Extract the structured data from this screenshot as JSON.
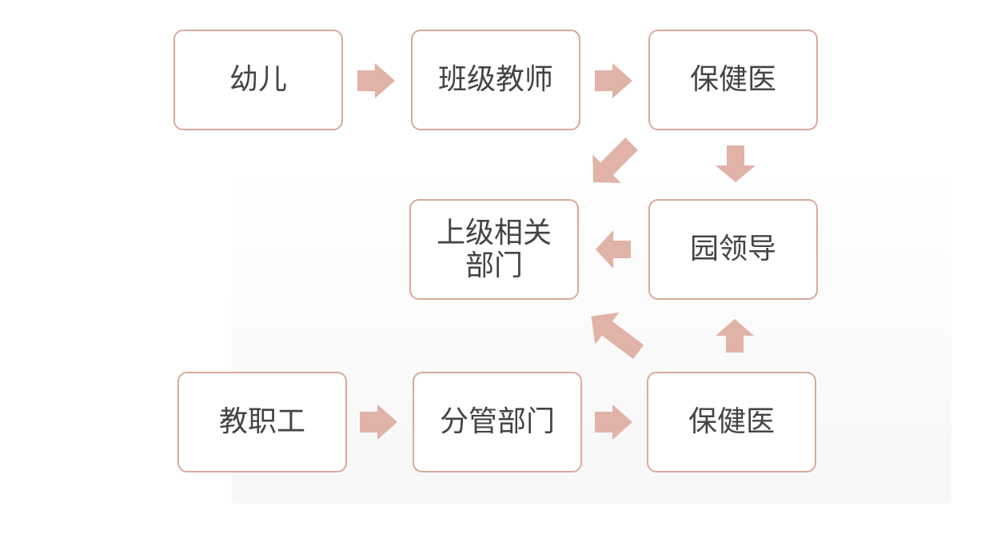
{
  "diagram": {
    "nodes": {
      "child": "幼儿",
      "class_teacher": "班级教师",
      "health_doctor_top": "保健医",
      "superior_department": "上级相关部门",
      "kindergarten_leader": "园领导",
      "staff": "教职工",
      "managing_department": "分管部门",
      "health_doctor_bottom": "保健医"
    },
    "colors": {
      "node_border": "#d9a99a",
      "arrow_fill": "#e1b2a7",
      "text": "#444444",
      "background": "#ffffff"
    }
  }
}
